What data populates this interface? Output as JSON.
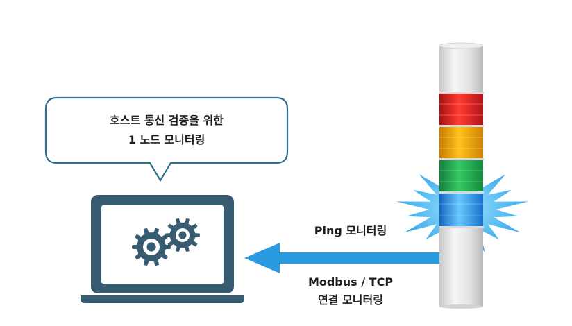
{
  "bubble": {
    "line1": "호스트 통신 검증을 위한",
    "line2": "1 노드 모니터링"
  },
  "ping_label": "Ping 모니터링",
  "modbus_label": {
    "line1": "Modbus / TCP",
    "line2": "연결 모니터링"
  },
  "signal_tower": {
    "tiers": [
      "red",
      "amber",
      "green",
      "blue"
    ],
    "active_tier": "blue"
  },
  "colors": {
    "bubble_border": "#2f6f8f",
    "laptop": "#375c72",
    "arrow": "#2a9be0",
    "tower_red": "#e02020",
    "tower_amber": "#f0a000",
    "tower_green": "#21a84a",
    "tower_blue": "#1e8de0",
    "glow": "#58bdf2"
  }
}
